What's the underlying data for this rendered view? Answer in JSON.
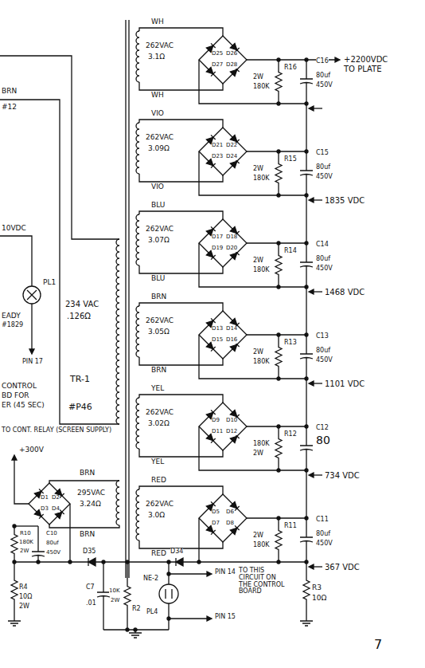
{
  "diagram": {
    "labels": [
      "WH",
      "262VAC",
      "3.1Ω",
      "WH",
      "D25",
      "D26",
      "D27",
      "D28",
      "R16",
      "2W",
      "180K",
      "C16",
      "80uf",
      "450V",
      "+2200VDC",
      "TO PLATE",
      "VIO",
      "262VAC",
      "3.09Ω",
      "VIO",
      "D21",
      "D22",
      "D23",
      "D24",
      "R15",
      "2W",
      "180K",
      "C15",
      "80uf",
      "450V",
      "1835 VDC",
      "BLU",
      "262VAC",
      "3.07Ω",
      "BLU",
      "D17",
      "D18",
      "D19",
      "D20",
      "R14",
      "2W",
      "180K",
      "C14",
      "80uf",
      "450V",
      "1468 VDC",
      "BRN",
      "262VAC",
      "3.05Ω",
      "BRN",
      "D13",
      "D14",
      "D15",
      "D16",
      "R13",
      "2W",
      "180K",
      "C13",
      "80uf",
      "450V",
      "1101 VDC",
      "YEL",
      "262VAC",
      "3.02Ω",
      "YEL",
      "D9",
      "D10",
      "D11",
      "D12",
      "R12",
      "180K",
      "2W",
      "C12",
      "80",
      "734 VDC",
      "RED",
      "262VAC",
      "3.0Ω",
      "RED",
      "D5",
      "D6",
      "D7",
      "D8",
      "R11",
      "2W",
      "180K",
      "C11",
      "80uf",
      "450V",
      "367 VDC",
      "10VDC",
      "BRN",
      "#12",
      "PL1",
      "EADY",
      "#1829",
      "PIN 17",
      "CONTROL",
      "BD FOR",
      "ER (45 SEC)",
      "234 VAC",
      ".126Ω",
      "TR-1",
      "#P46",
      "TO CONT. RELAY (SCREEN SUPPLY)",
      "+300V",
      "BRN",
      "295VAC",
      "3.24Ω",
      "BRN",
      "D1",
      "D2",
      "D3",
      "D4",
      "R10",
      "180K",
      "2W",
      "C10",
      "80uf",
      "450V",
      "R4",
      "10Ω",
      "2W",
      "D35",
      "D34",
      "C7",
      ".01",
      "10K",
      "2W",
      "R2",
      "NE-2",
      "PL4",
      "PIN 14",
      "PIN 15",
      "TO THIS CIRCUIT ON THE CONTROL BOARD",
      "R3",
      "10Ω",
      "7"
    ]
  }
}
